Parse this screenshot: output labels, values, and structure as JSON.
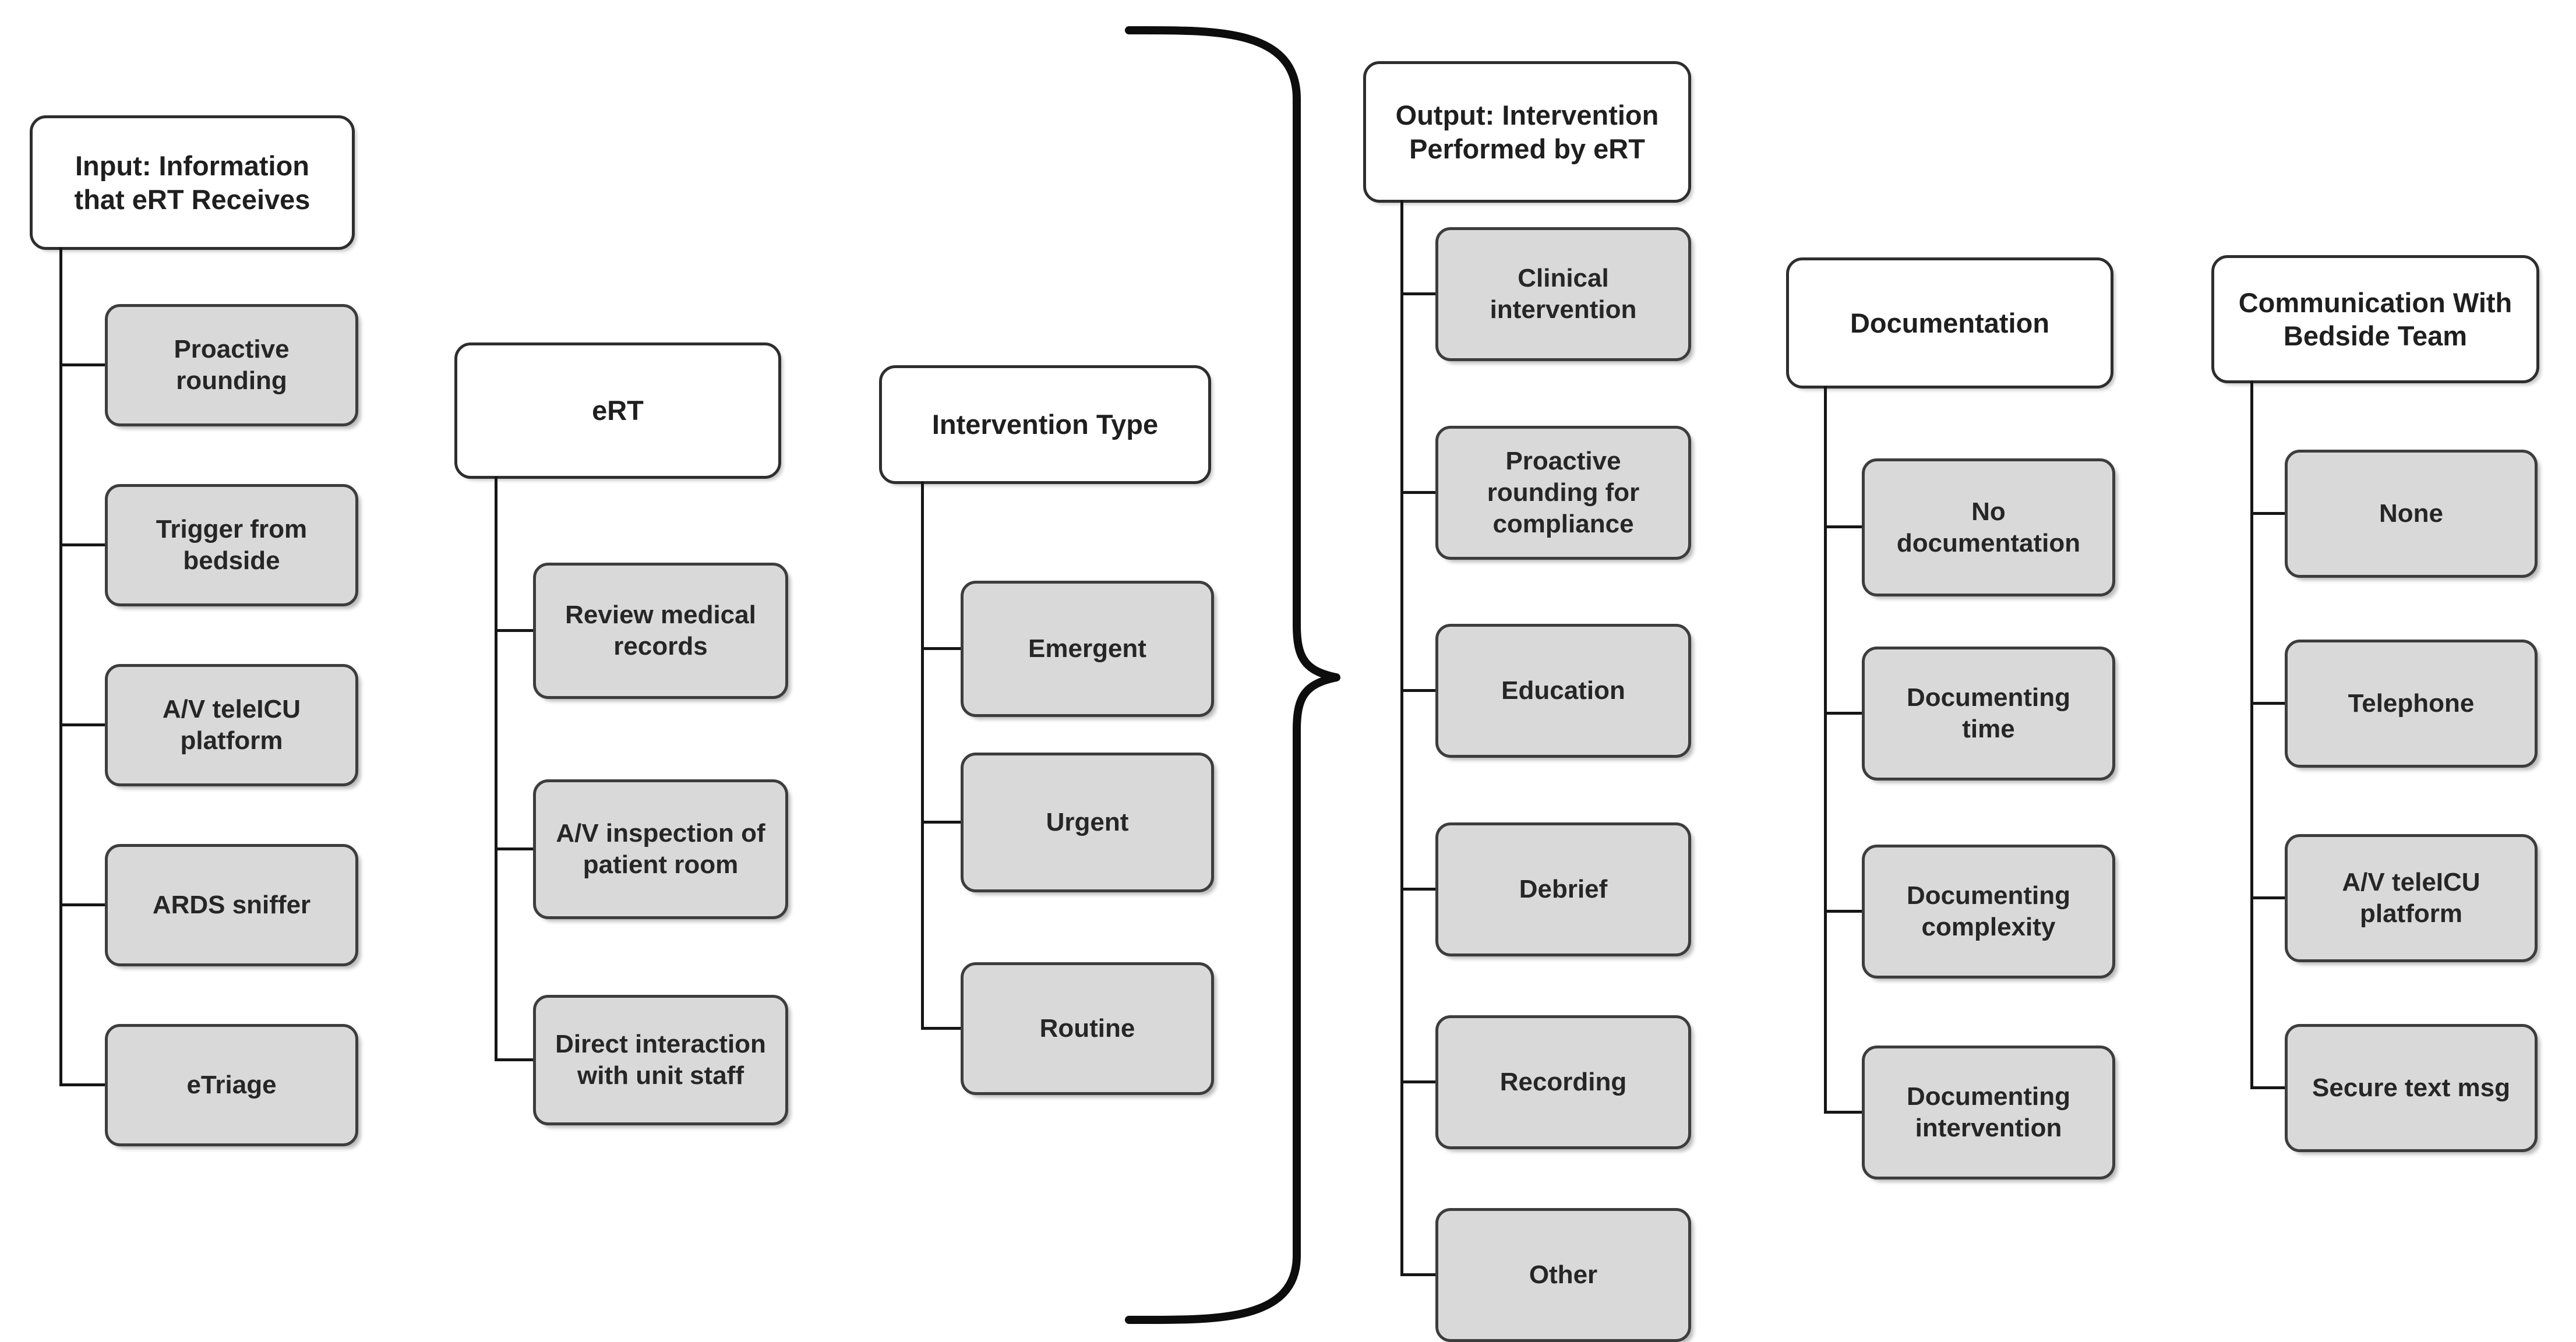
{
  "columns": [
    {
      "header": "Input: Information\nthat eRT Receives",
      "items": [
        "Proactive\nrounding",
        "Trigger from\nbedside",
        "A/V teleICU\nplatform",
        "ARDS sniffer",
        "eTriage"
      ]
    },
    {
      "header": "eRT",
      "items": [
        "Review medical\nrecords",
        "A/V inspection of\npatient room",
        "Direct interaction\nwith unit staff"
      ]
    },
    {
      "header": "Intervention Type",
      "items": [
        "Emergent",
        "Urgent",
        "Routine"
      ]
    },
    {
      "header": "Output: Intervention\nPerformed by eRT",
      "items": [
        "Clinical\nintervention",
        "Proactive\nrounding for\ncompliance",
        "Education",
        "Debrief",
        "Recording",
        "Other"
      ]
    },
    {
      "header": "Documentation",
      "items": [
        "No\ndocumentation",
        "Documenting\ntime",
        "Documenting\ncomplexity",
        "Documenting\nintervention"
      ]
    },
    {
      "header": "Communication With\nBedside Team",
      "items": [
        "None",
        "Telephone",
        "A/V teleICU\nplatform",
        "Secure text msg"
      ]
    }
  ],
  "colors": {
    "node_fill": "#d9d9d9",
    "header_fill": "#ffffff",
    "node_border": "#3d3d3d",
    "header_border": "#2e2e2e",
    "connector_line": "#161616",
    "brace": "#0d0d0d",
    "text": "#262626",
    "background": "#ffffff"
  }
}
